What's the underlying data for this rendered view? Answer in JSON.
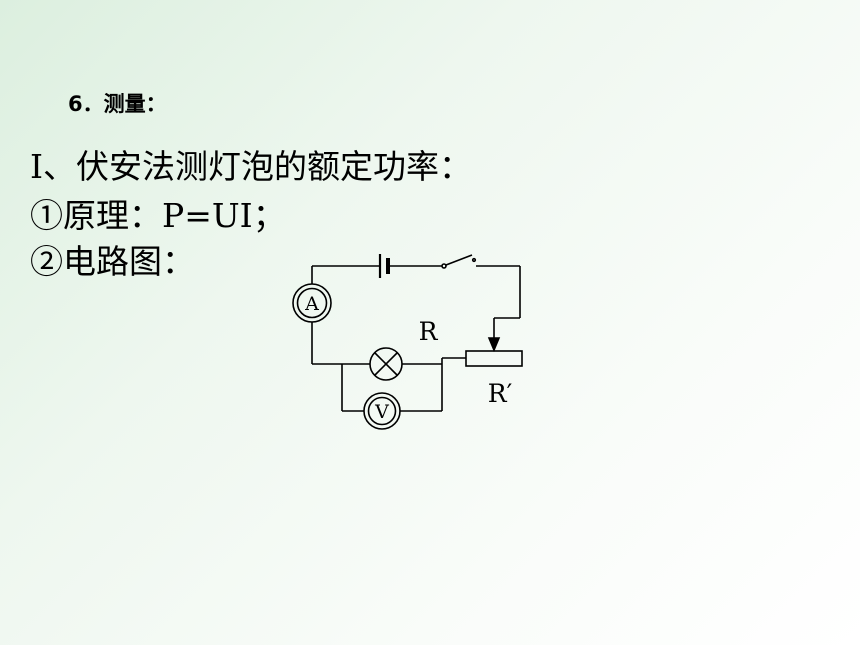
{
  "heading": "6．测量：",
  "lines": {
    "title": "Ⅰ、伏安法测灯泡的额定功率：",
    "principle": "①原理：P=UI；",
    "diagram": "②电路图："
  },
  "circuit": {
    "ammeter_symbol": "A",
    "voltmeter_symbol": "V",
    "resistor_label": "R",
    "rheostat_label": "R′"
  }
}
